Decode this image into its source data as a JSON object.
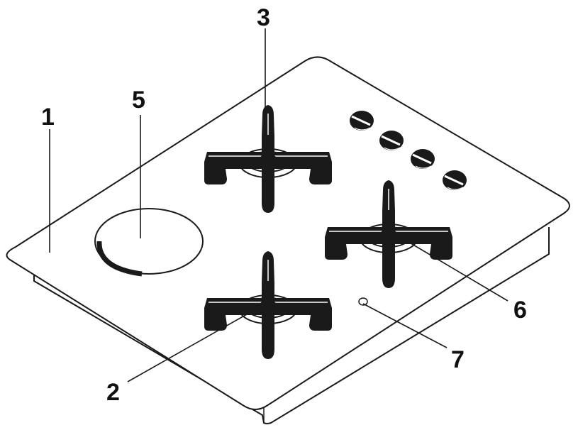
{
  "colors": {
    "outline": "#1a1a1a",
    "fill": "#ffffff",
    "part": "#1a1a1a"
  },
  "callouts": {
    "c1": "1",
    "c2": "2",
    "c3": "3",
    "c5": "5",
    "c6": "6",
    "c7": "7"
  },
  "icons": {
    "burner": "gas-burner-with-grate",
    "hotplate": "electric-hotplate",
    "knob": "control-knob",
    "ignition": "ignition-spark-hole"
  }
}
